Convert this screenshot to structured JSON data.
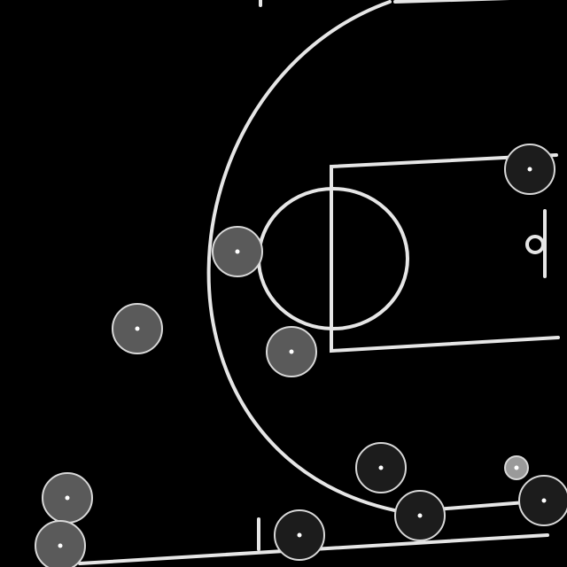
{
  "scene": {
    "name": "basketball-court-tracking-view",
    "background_color": "#000000",
    "line_color": "#e6e6e6"
  },
  "players": [
    {
      "id": "p1",
      "team": "light"
    },
    {
      "id": "p2",
      "team": "light"
    },
    {
      "id": "p3",
      "team": "light"
    },
    {
      "id": "p4",
      "team": "light"
    },
    {
      "id": "p5",
      "team": "light"
    },
    {
      "id": "p6",
      "team": "dark"
    },
    {
      "id": "p7",
      "team": "dark"
    },
    {
      "id": "p8",
      "team": "dark"
    },
    {
      "id": "p9",
      "team": "dark"
    },
    {
      "id": "p10",
      "team": "dark"
    }
  ],
  "ball": {
    "present": true
  },
  "team_colors": {
    "light": "#5a5a5a",
    "dark": "#1c1c1c",
    "ring": "#d8d8d8",
    "ball": "#9a9a9a"
  }
}
